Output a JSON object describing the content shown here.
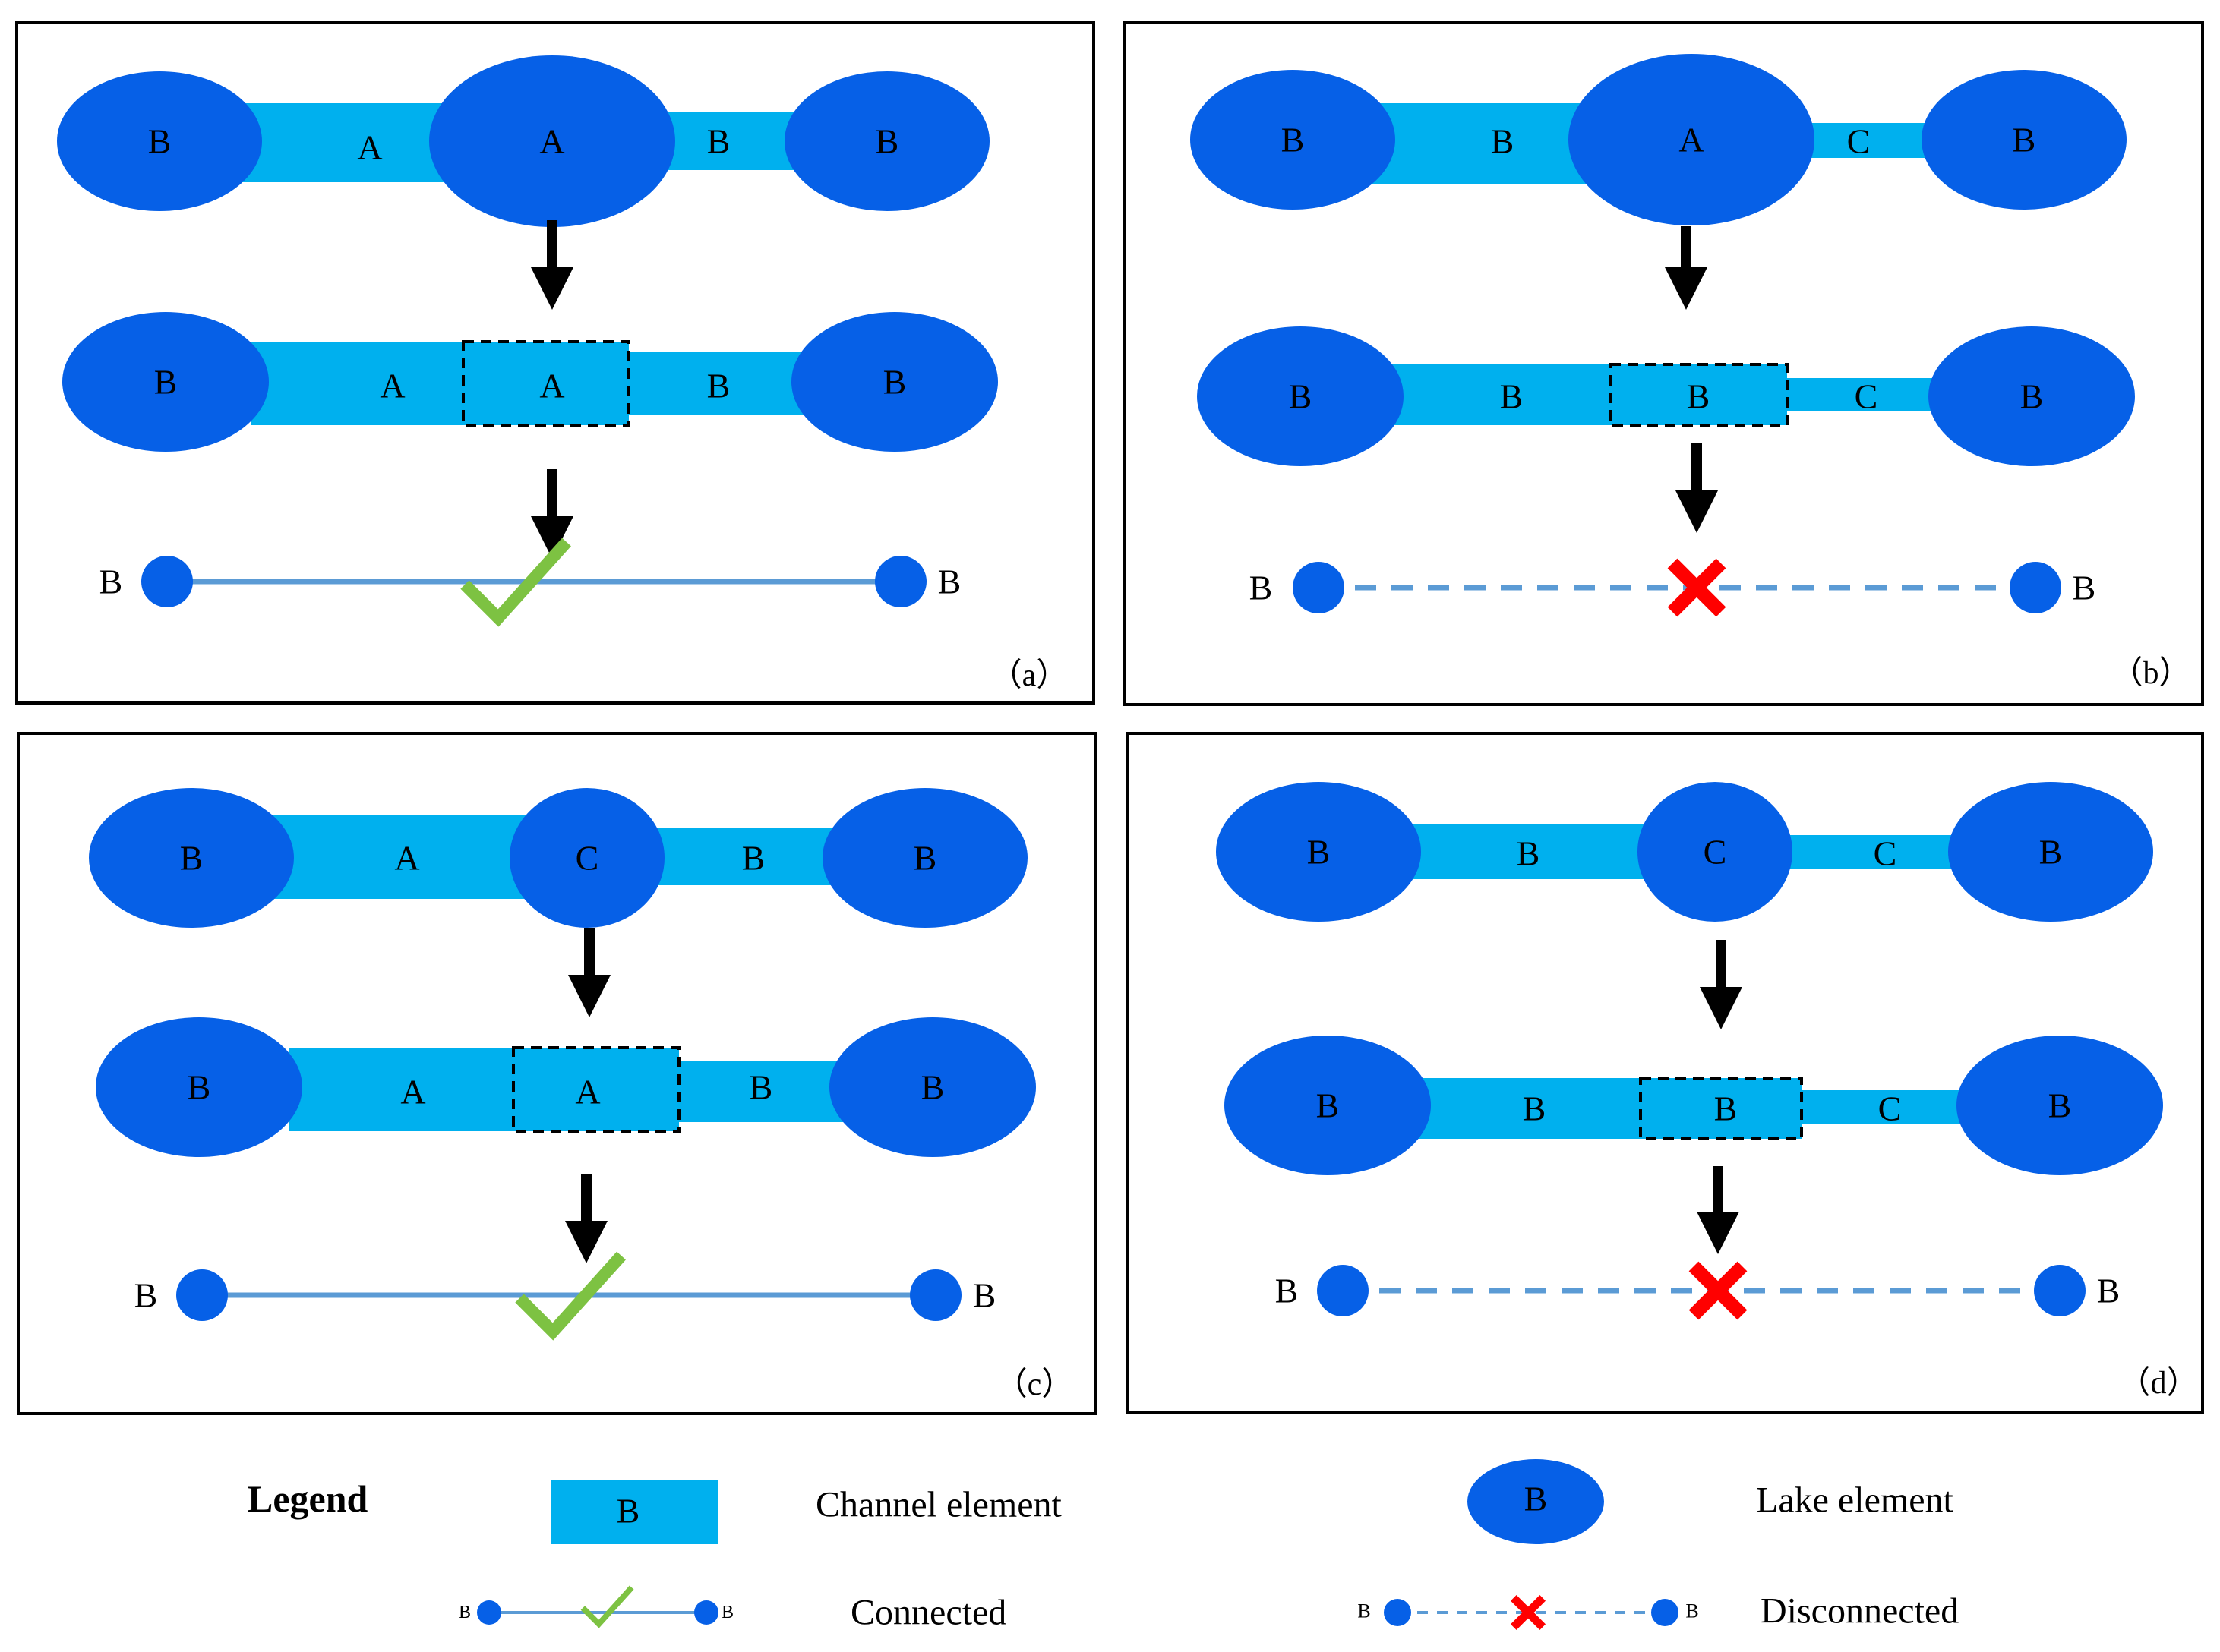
{
  "colors": {
    "lake": "#0660e7",
    "channel": "#00b0ee",
    "connect_line": "#5b9bd5",
    "check": "#7dc242",
    "cross": "#ff0000",
    "arrow": "#000000",
    "frame": "#000000",
    "label": "#000000"
  },
  "panels": [
    {
      "id": "a",
      "label": "（a）",
      "row1": {
        "lakes": [
          "B",
          "A",
          "B"
        ],
        "channels": [
          "A",
          "B"
        ]
      },
      "row2": {
        "lakes": [
          "B",
          "B"
        ],
        "channels": [
          "A",
          "A",
          "B"
        ],
        "highlighted": "A"
      },
      "row3": {
        "start": "B",
        "end": "B",
        "state": "connected"
      }
    },
    {
      "id": "b",
      "label": "（b）",
      "row1": {
        "lakes": [
          "B",
          "A",
          "B"
        ],
        "channels": [
          "B",
          "C"
        ]
      },
      "row2": {
        "lakes": [
          "B",
          "B"
        ],
        "channels": [
          "B",
          "B",
          "C"
        ],
        "highlighted": "B"
      },
      "row3": {
        "start": "B",
        "end": "B",
        "state": "disconnected"
      }
    },
    {
      "id": "c",
      "label": "（c）",
      "row1": {
        "lakes": [
          "B",
          "C",
          "B"
        ],
        "channels": [
          "A",
          "B"
        ]
      },
      "row2": {
        "lakes": [
          "B",
          "B"
        ],
        "channels": [
          "A",
          "A",
          "B"
        ],
        "highlighted": "A"
      },
      "row3": {
        "start": "B",
        "end": "B",
        "state": "connected"
      }
    },
    {
      "id": "d",
      "label": "（d）",
      "row1": {
        "lakes": [
          "B",
          "C",
          "B"
        ],
        "channels": [
          "B",
          "C"
        ]
      },
      "row2": {
        "lakes": [
          "B",
          "B"
        ],
        "channels": [
          "B",
          "B",
          "C"
        ],
        "highlighted": "B"
      },
      "row3": {
        "start": "B",
        "end": "B",
        "state": "disconnected"
      }
    }
  ],
  "legend": {
    "title": "Legend",
    "channel_symbol": "B",
    "channel_text": "Channel element",
    "lake_symbol": "B",
    "lake_text": "Lake element",
    "connected_start": "B",
    "connected_end": "B",
    "connected_text": "Connected",
    "disconnected_start": "B",
    "disconnected_end": "B",
    "disconnected_text": "Disconnected"
  }
}
